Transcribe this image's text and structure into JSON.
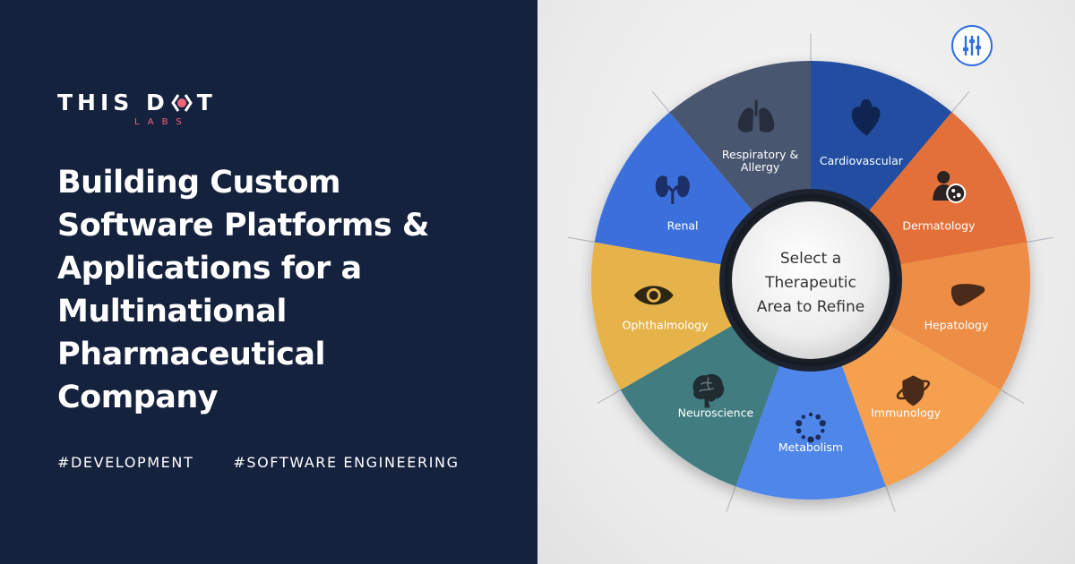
{
  "brand": {
    "name_left": "THIS D",
    "name_right": "T",
    "sub": "LABS"
  },
  "headline": [
    "Building Custom",
    "Software Platforms &",
    "Applications for a",
    "Multinational",
    "Pharmaceutical",
    "Company"
  ],
  "tags": [
    "#DEVELOPMENT",
    "#SOFTWARE ENGINEERING"
  ],
  "wheel": {
    "center_lines": [
      "Select a",
      "Therapeutic",
      "Area to Refine"
    ],
    "filter_icon": "sliders-icon",
    "segments": [
      {
        "lines": [
          "Cardiovascular"
        ],
        "color": "#234ea0",
        "icon": "heart-icon"
      },
      {
        "lines": [
          "Dermatology"
        ],
        "color": "#e36f38",
        "icon": "skin-icon"
      },
      {
        "lines": [
          "Hepatology"
        ],
        "color": "#ee8d45",
        "icon": "liver-icon"
      },
      {
        "lines": [
          "Immunology"
        ],
        "color": "#f4a050",
        "icon": "shield-icon"
      },
      {
        "lines": [
          "Metabolism"
        ],
        "color": "#4f86ea",
        "icon": "metabolism-icon"
      },
      {
        "lines": [
          "Neuroscience"
        ],
        "color": "#3f7c80",
        "icon": "brain-icon"
      },
      {
        "lines": [
          "Ophthalmology"
        ],
        "color": "#e6b34c",
        "icon": "eye-icon"
      },
      {
        "lines": [
          "Renal"
        ],
        "color": "#3b6fdc",
        "icon": "kidney-icon"
      },
      {
        "lines": [
          "Respiratory &",
          "Allergy"
        ],
        "color": "#4a5670",
        "icon": "lungs-icon"
      }
    ]
  }
}
